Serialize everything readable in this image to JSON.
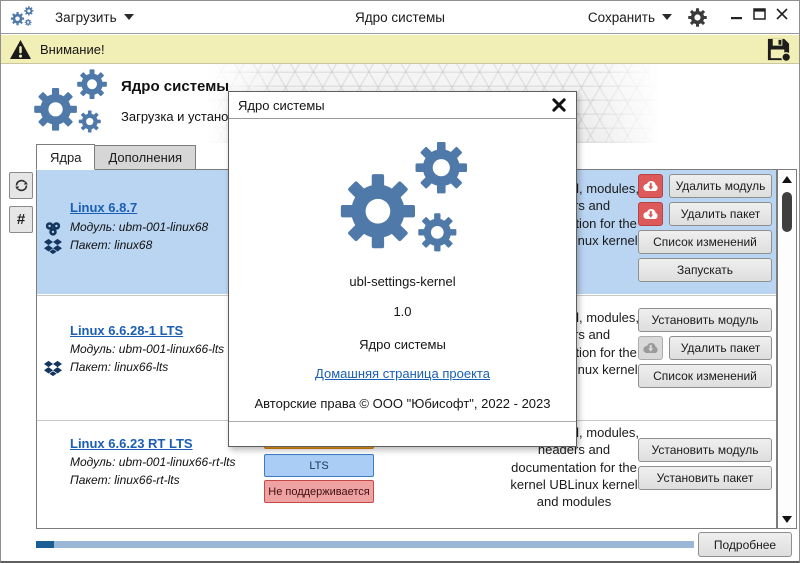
{
  "toolbar": {
    "load_label": "Загрузить",
    "title": "Ядро системы",
    "save_label": "Сохранить"
  },
  "warning": {
    "label": "Внимание!"
  },
  "header": {
    "title": "Ядро системы",
    "subtitle": "Загрузка и установка ядер по требованию"
  },
  "tabs": {
    "kernels": "Ядра",
    "addons": "Дополнения"
  },
  "sidebar": {
    "hash_label": "#"
  },
  "button_labels": {
    "delete_module": "Удалить модуль",
    "delete_package": "Удалить пакет",
    "changelog": "Список изменений",
    "run": "Запускать",
    "install_module": "Установить модуль",
    "install_package": "Установить пакет"
  },
  "kernels": [
    {
      "name": "Linux 6.8.7",
      "module": "Модуль: ubm-001-linux68",
      "package": "Пакет: linux68",
      "description": "Linux kernel, modules, headers and documentation for the kernel UBLinux kernel",
      "selected": true
    },
    {
      "name": "Linux 6.6.28-1 LTS",
      "module": "Модуль: ubm-001-linux66-lts",
      "package": "Пакет: linux66-lts",
      "description": "Linux kernel, modules, headers and documentation for the kernel UBLinux kernel",
      "selected": false
    },
    {
      "name": "Linux 6.6.23 RT LTS",
      "module": "Модуль: ubm-001-linux66-rt-lts",
      "package": "Пакет: linux66-rt-lts",
      "description": "Linux kernel, modules, headers and documentation for the kernel UBLinux kernel and modules",
      "selected": false,
      "badges": {
        "lts": "LTS",
        "unsupported": "Не поддерживается"
      }
    }
  ],
  "dialog": {
    "title": "Ядро системы",
    "app_id": "ubl-settings-kernel",
    "version": "1.0",
    "app_name": "Ядро системы",
    "homepage_link": "Домашняя страница проекта",
    "copyright": "Авторские права © ООО \"Юбисофт\", 2022 - 2023"
  },
  "footer": {
    "details_label": "Подробнее",
    "progress_percent": 3
  },
  "colors": {
    "accent_blue": "#4e79a8",
    "link_blue": "#1a5fb4",
    "selected_row": "#bad5f2",
    "warning_bg": "#f2efb6",
    "badge_lts_bg": "#a9cdf4",
    "badge_unsupported_bg": "#efa2a2",
    "badge_hidden_orange": "#f09d20",
    "danger_red": "#dd5a5a",
    "progress_fill": "#1b5e94",
    "progress_track": "#9ab8d6",
    "dark_icon_navy": "#14355e"
  }
}
